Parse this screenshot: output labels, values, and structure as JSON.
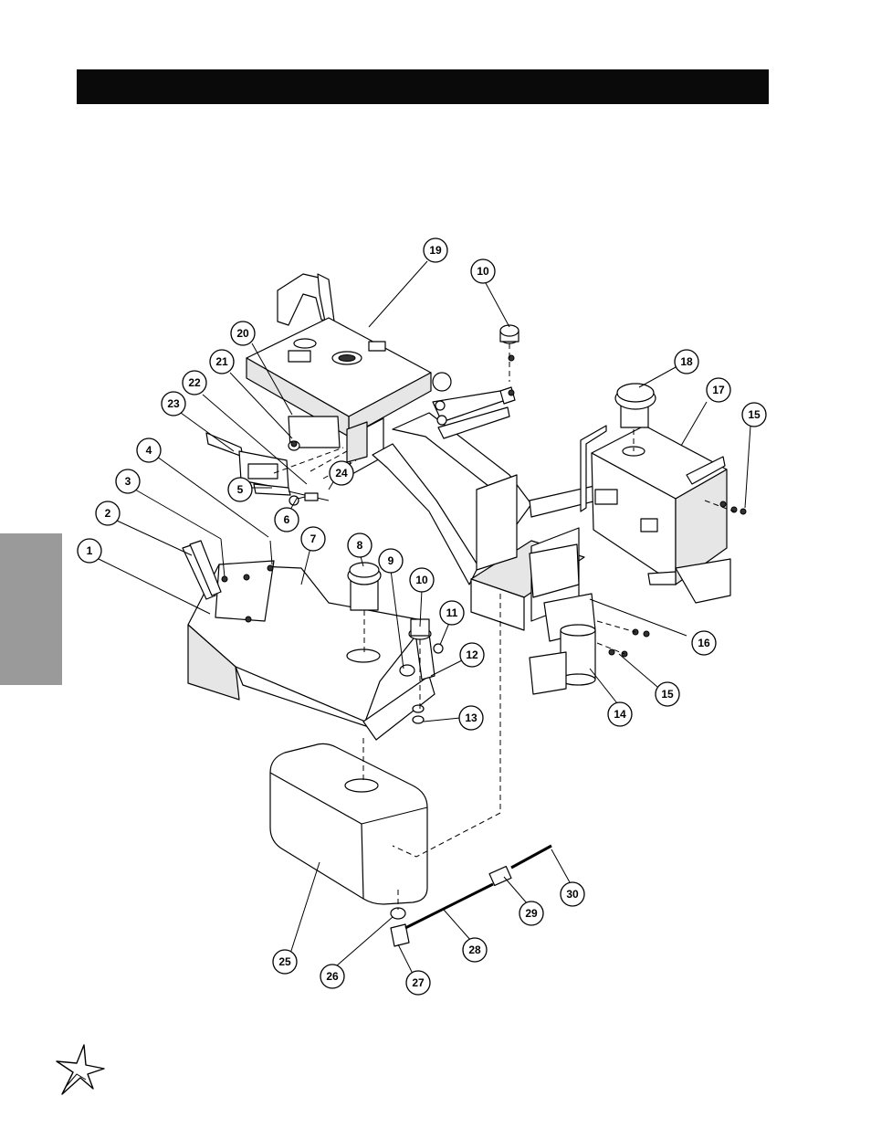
{
  "header": {
    "title": ""
  },
  "colors": {
    "bar": "#0a0a0a",
    "side_tab": "#9a9a9a"
  },
  "callouts": [
    {
      "n": "1"
    },
    {
      "n": "2"
    },
    {
      "n": "3"
    },
    {
      "n": "4"
    },
    {
      "n": "5"
    },
    {
      "n": "6"
    },
    {
      "n": "7"
    },
    {
      "n": "8"
    },
    {
      "n": "9"
    },
    {
      "n": "10"
    },
    {
      "n": "10"
    },
    {
      "n": "11"
    },
    {
      "n": "12"
    },
    {
      "n": "13"
    },
    {
      "n": "14"
    },
    {
      "n": "15"
    },
    {
      "n": "15"
    },
    {
      "n": "16"
    },
    {
      "n": "17"
    },
    {
      "n": "18"
    },
    {
      "n": "19"
    },
    {
      "n": "20"
    },
    {
      "n": "21"
    },
    {
      "n": "22"
    },
    {
      "n": "23"
    },
    {
      "n": "24"
    },
    {
      "n": "25"
    },
    {
      "n": "26"
    },
    {
      "n": "27"
    },
    {
      "n": "28"
    },
    {
      "n": "29"
    },
    {
      "n": "30"
    }
  ],
  "icons": {
    "logo": "star-logo-icon"
  }
}
